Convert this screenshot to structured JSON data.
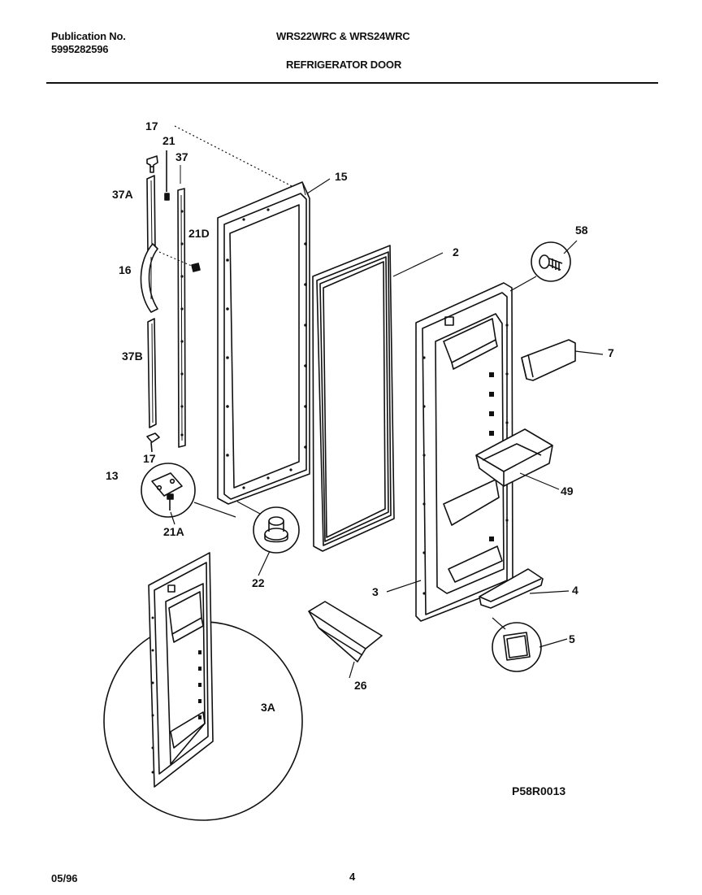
{
  "header": {
    "publication_label": "Publication No.",
    "publication_number": "5995282596",
    "models": "WRS22WRC & WRS24WRC",
    "section_title": "REFRIGERATOR DOOR"
  },
  "callouts": {
    "c17_top": "17",
    "c21": "21",
    "c37": "37",
    "c37A": "37A",
    "c21D": "21D",
    "c16": "16",
    "c37B": "37B",
    "c17_bottom": "17",
    "c13": "13",
    "c21A": "21A",
    "c22": "22",
    "c15": "15",
    "c2": "2",
    "c58": "58",
    "c7": "7",
    "c49": "49",
    "c3": "3",
    "c4": "4",
    "c5": "5",
    "c26": "26",
    "c3A": "3A"
  },
  "diagram_code": "P58R0013",
  "footer": {
    "date": "05/96",
    "page": "4"
  }
}
